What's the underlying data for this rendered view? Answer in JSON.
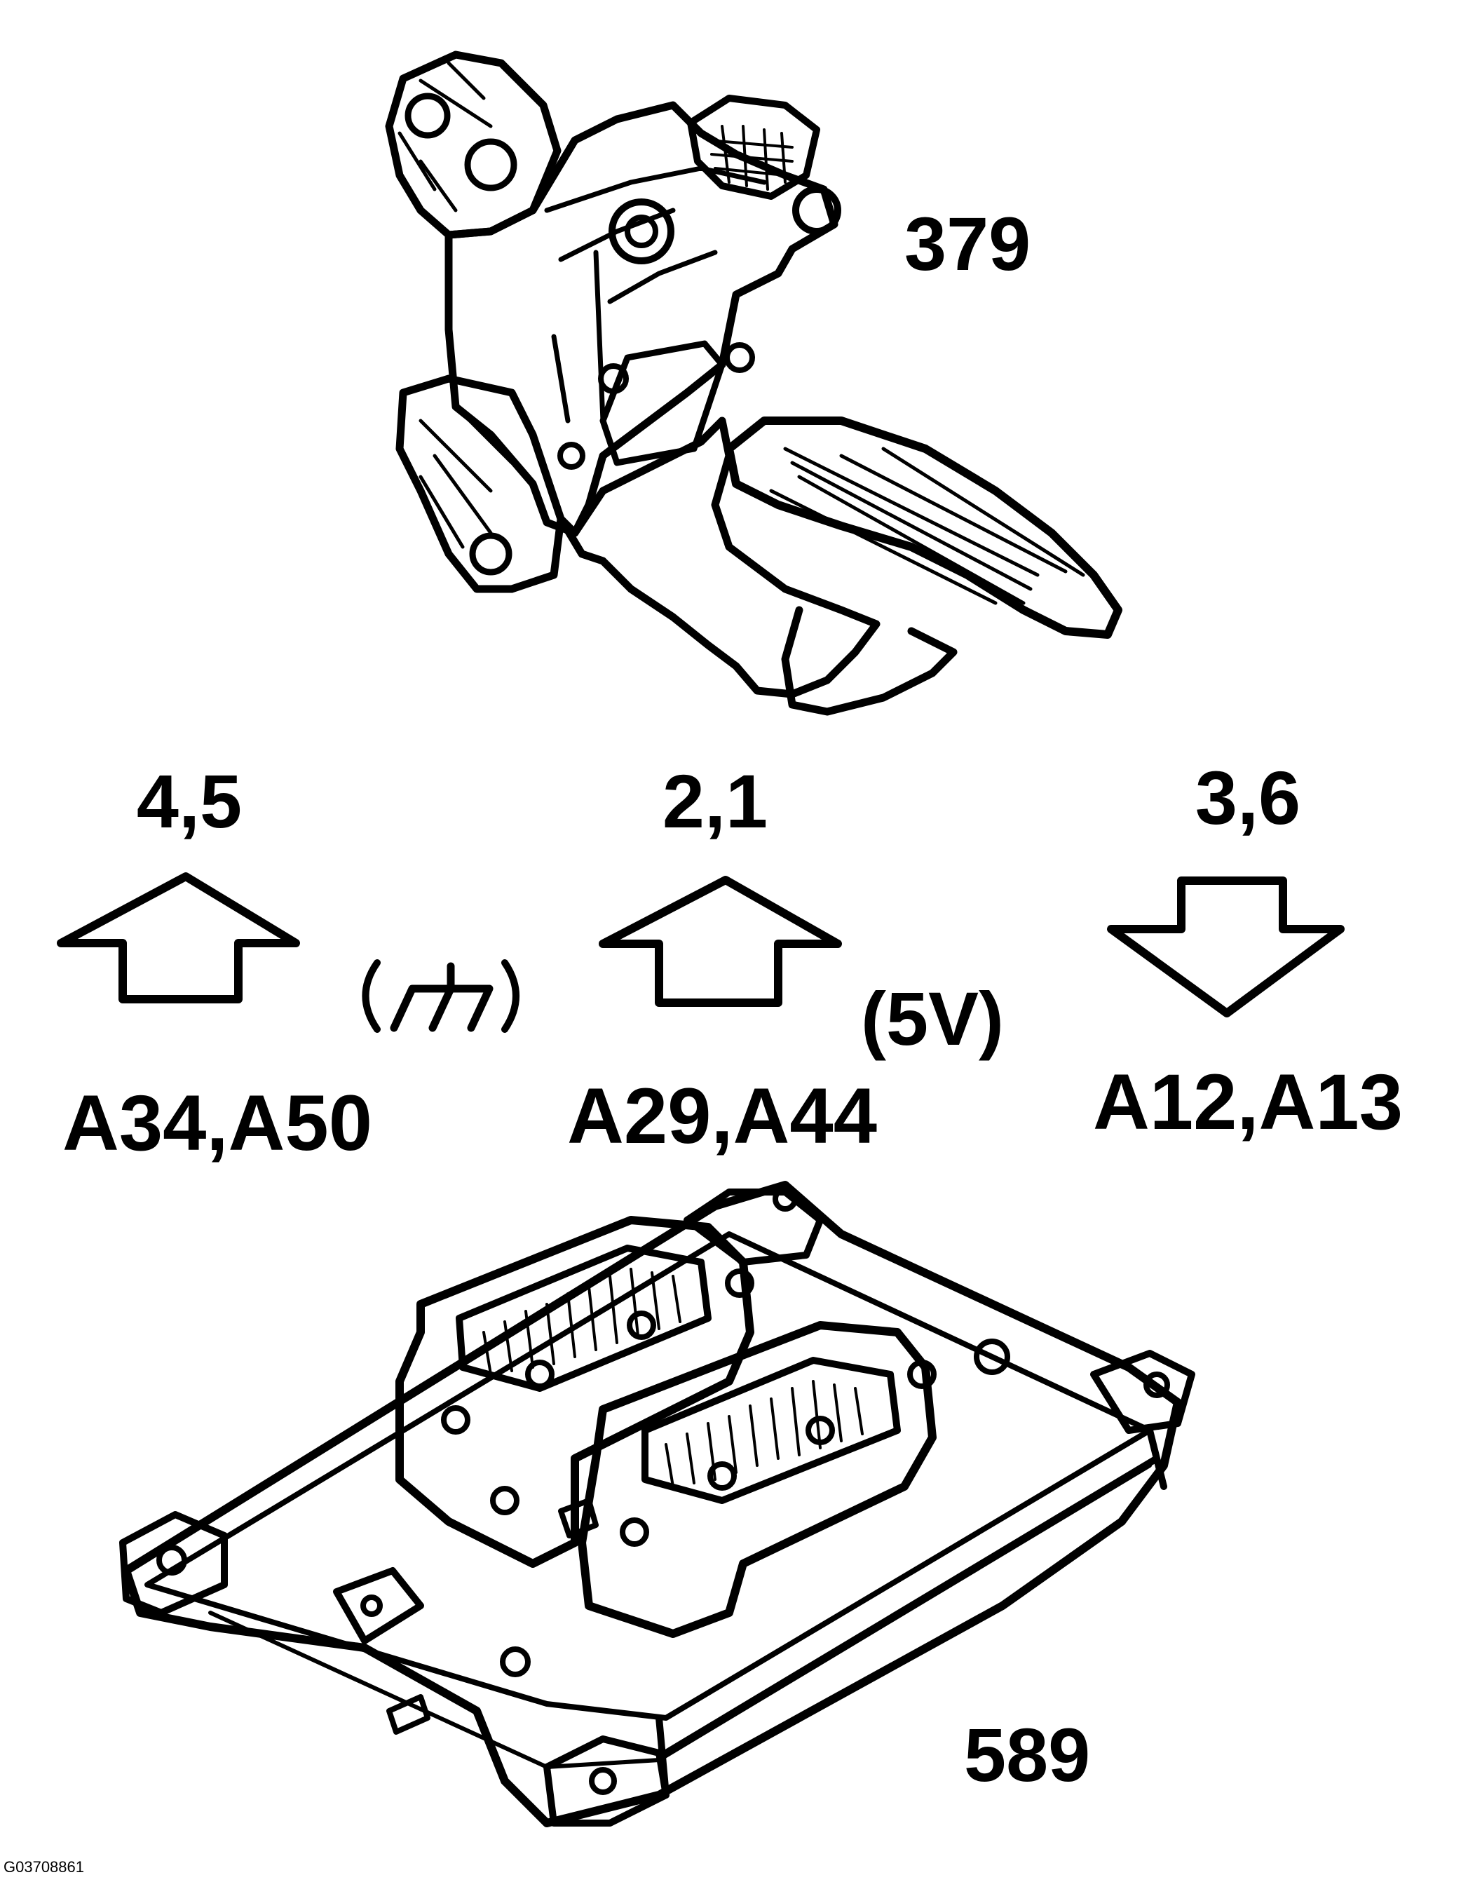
{
  "components": {
    "pedal_module": {
      "number": "379",
      "icon": "accelerator-pedal-icon"
    },
    "control_unit": {
      "number": "589",
      "icon": "engine-control-module-icon"
    }
  },
  "connections": [
    {
      "pins": "4,5",
      "direction": "up",
      "terminals": "A34,A50",
      "signal": "(⏚)"
    },
    {
      "pins": "2,1",
      "direction": "up",
      "terminals": "A29,A44",
      "signal": "(5V)"
    },
    {
      "pins": "3,6",
      "direction": "down",
      "terminals": "A12,A13",
      "signal": ""
    }
  ],
  "figure_id": "G03708861",
  "colors": {
    "line": "#000000",
    "background": "#ffffff"
  }
}
